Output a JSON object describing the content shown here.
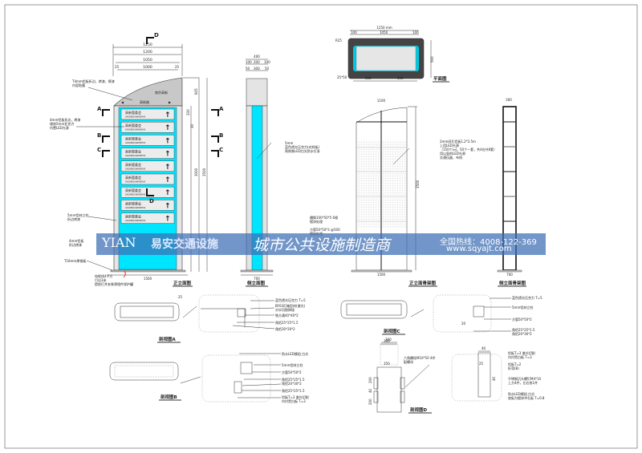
{
  "markers": {
    "a": "A",
    "b": "B",
    "c": "C",
    "d": "D"
  },
  "front": {
    "dims_top": [
      "1250",
      "1200",
      "1050",
      "1000",
      "25",
      "25"
    ],
    "dim_top_height": "605",
    "dim_panel": "200",
    "dim_gap": "30",
    "dim_h1": "3000",
    "dim_h2": "3500",
    "dim_base": "1500",
    "logo": "南京高新",
    "road": "高新路",
    "panels": [
      {
        "cn": "高新管委会",
        "en": "GAOXINGUANWEIHUI"
      },
      {
        "cn": "高新管委会",
        "en": "GAOXINGUANWEIHUI"
      },
      {
        "cn": "高新管委会",
        "en": "GAOXINGUANWEIHUI"
      },
      {
        "cn": "高新管委会",
        "en": "GAOXINGUANWEIHUI"
      },
      {
        "cn": "高新管委会",
        "en": "GAOXINGUANWEIHUI"
      },
      {
        "cn": "高新管委会",
        "en": "GAOXINGUANWEIHUI"
      },
      {
        "cn": "高新管委会",
        "en": "GAOXINGUANWEIHUI"
      },
      {
        "cn": "高新管委会",
        "en": "GAOXINGUANWEIHUI"
      },
      {
        "cn": "高新管委会",
        "en": "GAOXINGUANWEIHUI"
      }
    ],
    "notes": {
      "top1": "T4mm铝板折边，烤漆，擦漆",
      "top2": "内容贴膜",
      "mid1": "4mm铝板折边，烤漆",
      "mid2": "镂刻5mm亚克力",
      "mid3": "内置LED光源",
      "post1": "5mm铝材立柱",
      "post2": "折边烤漆",
      "plate1": "4mm铝板",
      "plate2": "折边烤漆",
      "steel": "T16mm厚钢板",
      "cable1": "电缆线4平方",
      "cable2": "引出3米",
      "cable3": "提前打井安装预埋件保护罐"
    },
    "title": "正立面图"
  },
  "side": {
    "dims": [
      "400",
      "100",
      "200",
      "100",
      "50",
      "300",
      "50"
    ],
    "base": "700",
    "note1": "5mm",
    "note2": "蓝色透光压克力(对样板)",
    "note3": "两侧装LED白光防水灯条",
    "title": "侧立面图"
  },
  "plan": {
    "dim_total": "1250 mm",
    "dims": [
      "100",
      "1050",
      "100"
    ],
    "r": "R25",
    "h": "500",
    "corner": "25*50",
    "bottom": [
      "550",
      "550"
    ],
    "title": "平面图"
  },
  "frame": {
    "top": "1100",
    "base": "1500",
    "height": "3500",
    "side_top": "300",
    "side_base": "700",
    "note": [
      "2mm间孔铝板1.2*2.5m",
      "上用LED光源",
      "（150个/㎡，50个一套，共4台共8套）",
      "用以面的LED光源",
      "交通伍器、布线"
    ],
    "channel1": "槽钢100*50*5  6根",
    "channel2": "镀锌处理",
    "tube1": "方管50*50*3 @500",
    "tube2": "镀锌处理",
    "title_front": "正立面骨架图",
    "title_side": "侧立面骨架图"
  },
  "section_a": {
    "labels": [
      "蓝色透光压克力 T=5",
      "BY03灯箱型材(激光)",
      "对半切割焊接",
      "铁方通40*40*2",
      "角铝25*25*1.5",
      "角铝30*20*2"
    ],
    "dim": "25",
    "title": "剖视图A"
  },
  "section_c": {
    "labels": [
      "蓝色透光压克力 T=5",
      "5mm铝材立柱",
      "方管50*50*2",
      "角铝25*25*1.5",
      "角铝20*30*2"
    ],
    "dim": "20",
    "scale": "300",
    "title": "剖视图C"
  },
  "section_b": {
    "labels": [
      "防水LED模组 白光",
      "5mm铝材立柱",
      "方管50*50*2",
      "角铝25*25*1.5",
      "角铝20*30*2",
      "角铝25*25*1.5",
      "铝板T=3 激光切割",
      "内衬黑白板 T=3"
    ],
    "title": "剖视图B"
  },
  "section_d": {
    "dims": [
      "300",
      "350",
      "200",
      "40",
      "200"
    ],
    "bolt1": "六角螺栓M10*50 4件",
    "bolt2": "配螺母",
    "labels": [
      "铝板T=3 激光切割",
      "内衬黑白板 T=3",
      "铝板T=2",
      "折弯(B)",
      "不锈钢沉头螺钉M4*10",
      "上方4件，左右各1件",
      "防水LED模组 白光",
      "底板为镀锌冲孔板 T=0.8"
    ],
    "d40": "40",
    "d25": "25",
    "d40b": "40",
    "title": "剖视图D"
  },
  "watermark": {
    "logo": "YIAN",
    "brand": "易安交通设施",
    "slogan": "城市公共设施制造商",
    "hotline": "全国热线：4008-122-369",
    "url": "www.sqyajt.com"
  },
  "colors": {
    "cyan": "#00e5ff",
    "banner": "#3c6eb4"
  }
}
